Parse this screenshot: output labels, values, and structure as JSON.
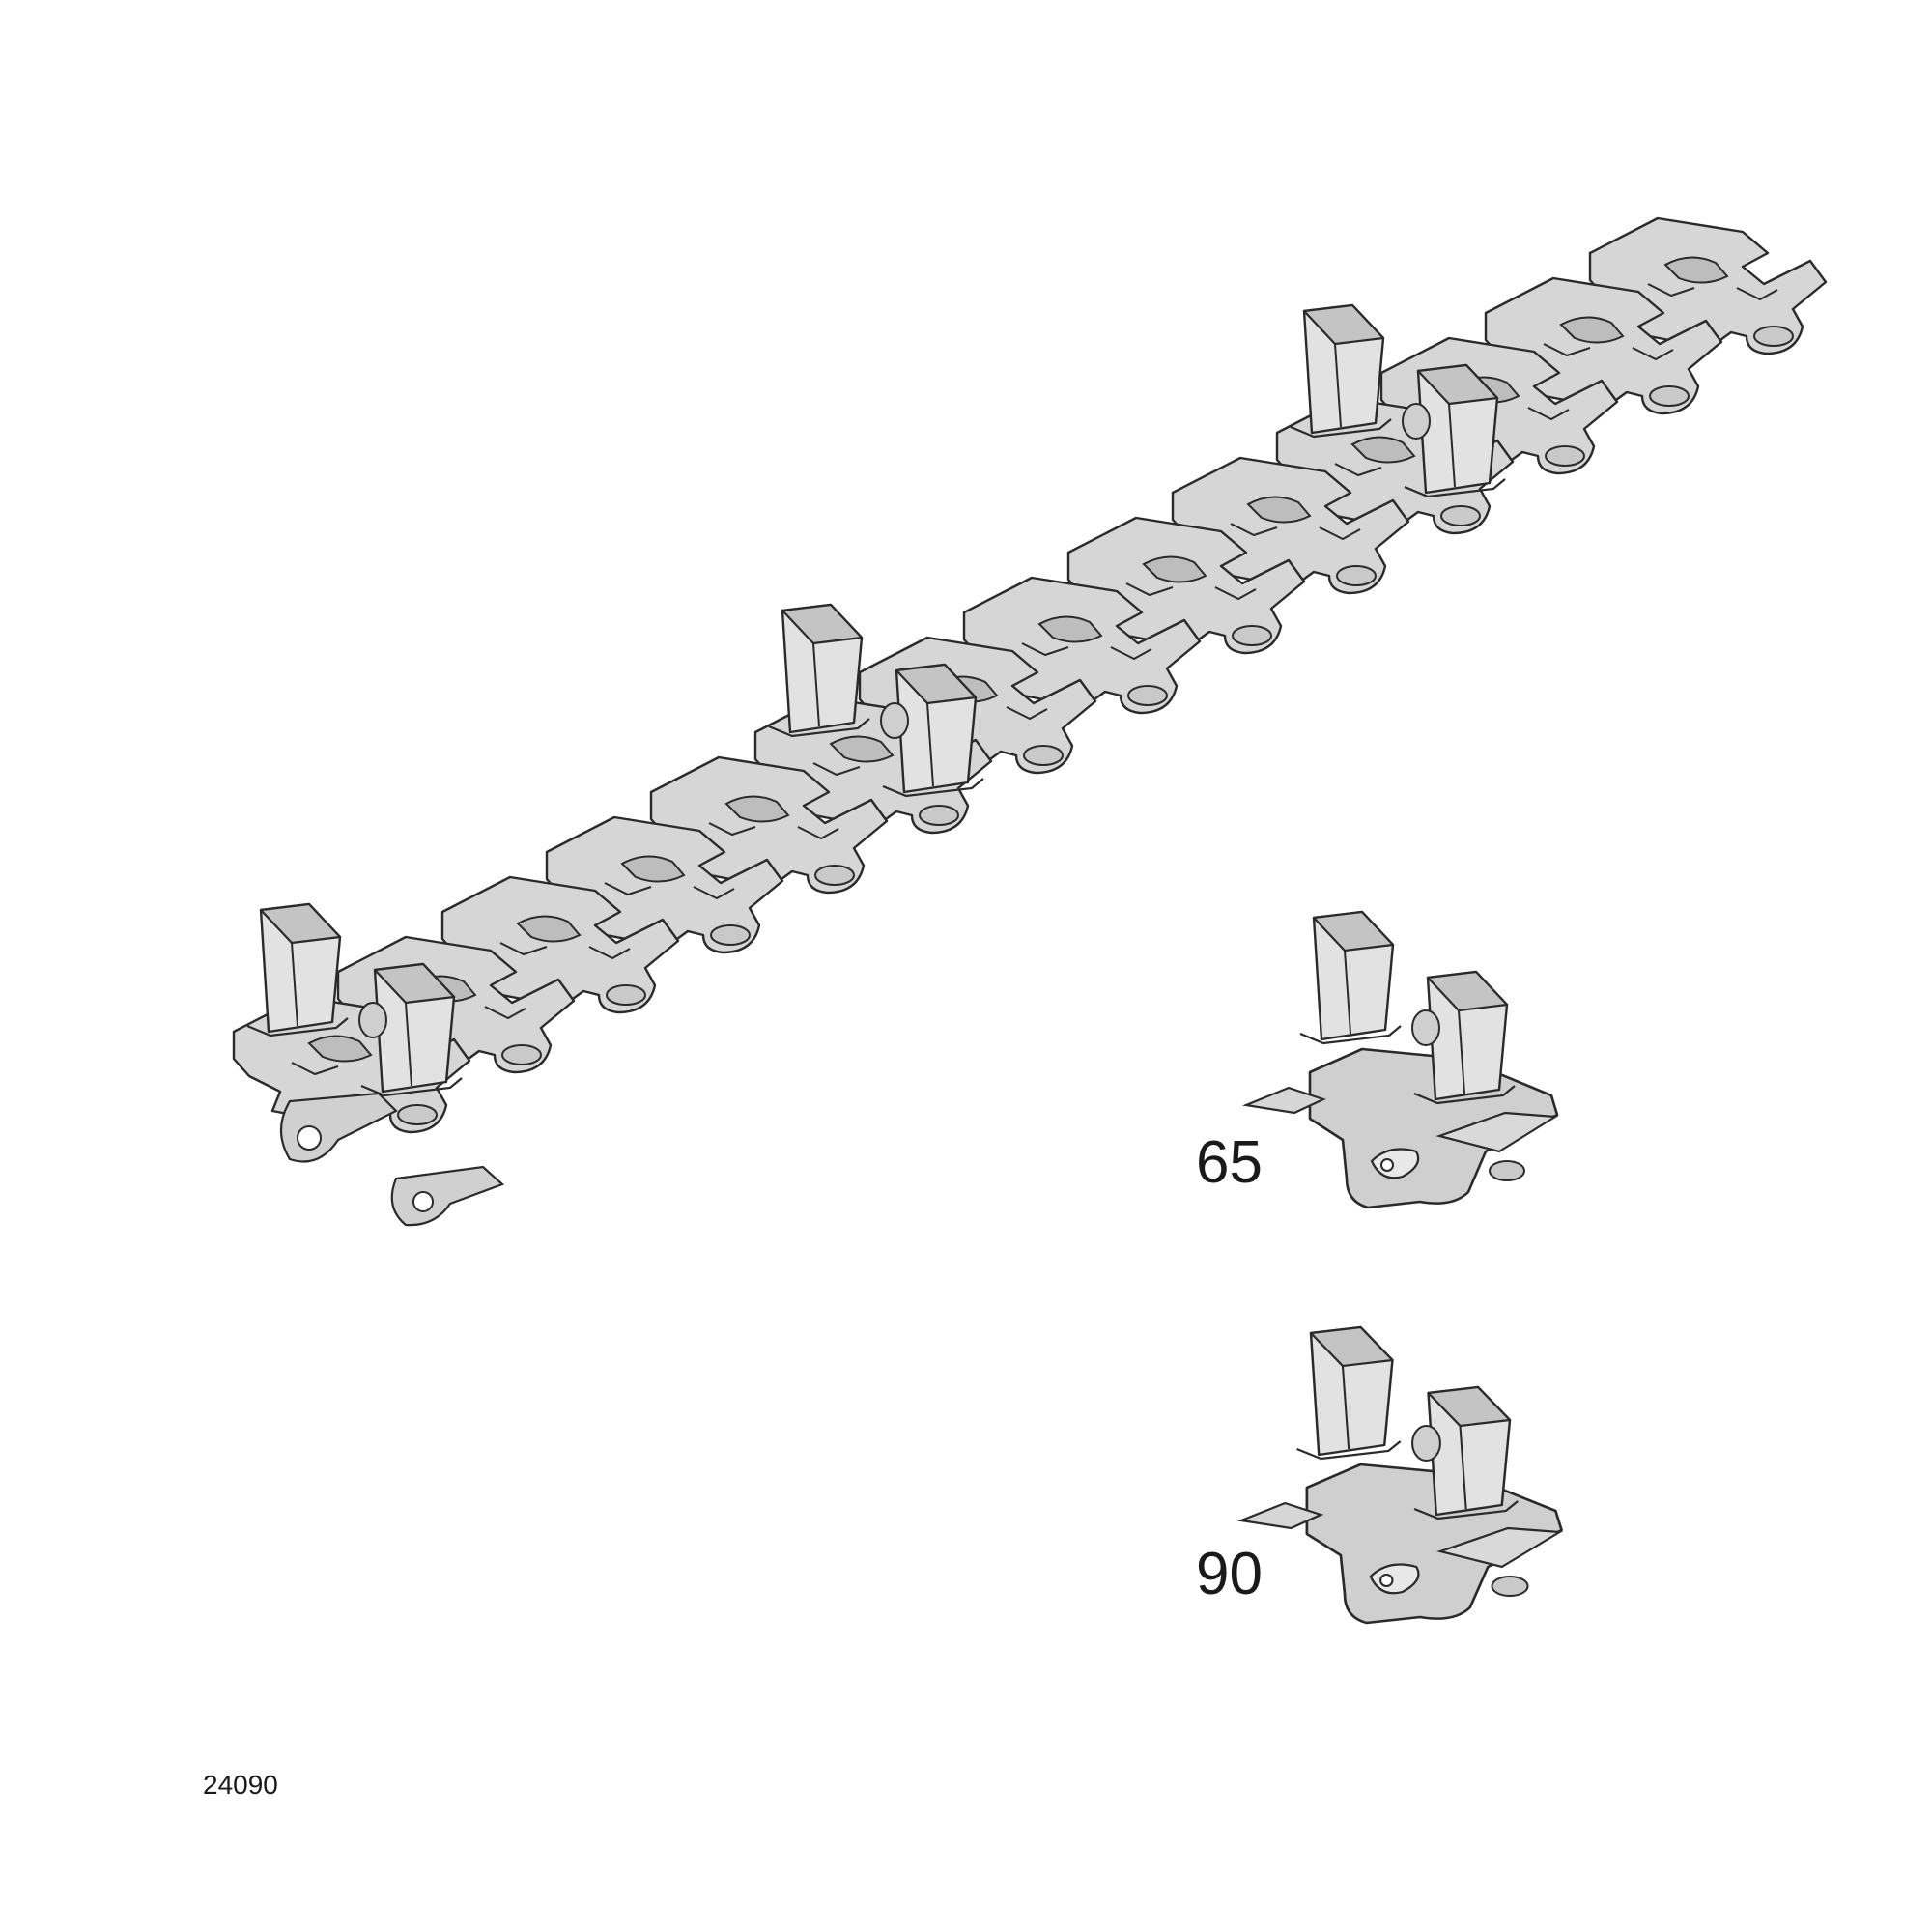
{
  "figure": {
    "variant_a_label": "65",
    "variant_b_label": "90",
    "reference_number": "24090"
  },
  "colors": {
    "part_fill": "#d6d6d6",
    "part_fill_light": "#e2e2e2",
    "part_shade": "#bdbdbd",
    "outline": "#2a2a2a",
    "background": "#ffffff"
  },
  "parts": {
    "chain_link_count": 14,
    "cleat_link_positions": [
      0,
      5,
      10
    ]
  }
}
